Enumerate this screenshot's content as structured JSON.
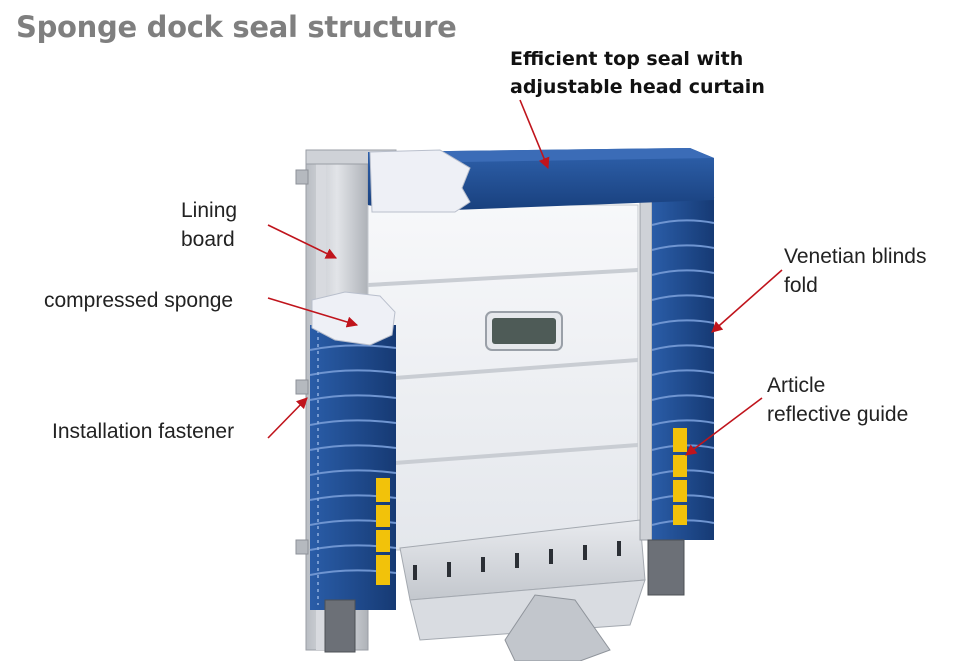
{
  "title": "Sponge dock seal structure",
  "labels": {
    "top_seal": [
      "Efficient top seal with",
      "adjustable head curtain"
    ],
    "lining_board": [
      "Lining",
      "board"
    ],
    "compressed_sponge": [
      "compressed sponge"
    ],
    "installation_fastener": [
      "Installation fastener"
    ],
    "venetian_blinds": [
      "Venetian blinds",
      "fold"
    ],
    "reflective_guide": [
      "Article",
      "reflective guide"
    ]
  },
  "colors": {
    "curtain_blue": "#1f4f96",
    "curtain_dark": "#173d78",
    "curtain_light": "#3d6db5",
    "door_panel": "#eef0f4",
    "frame_grey": "#c9ccd1",
    "sponge": "#e9ecf3",
    "reflective": "#f2c20a",
    "arrow": "#c0141c"
  }
}
